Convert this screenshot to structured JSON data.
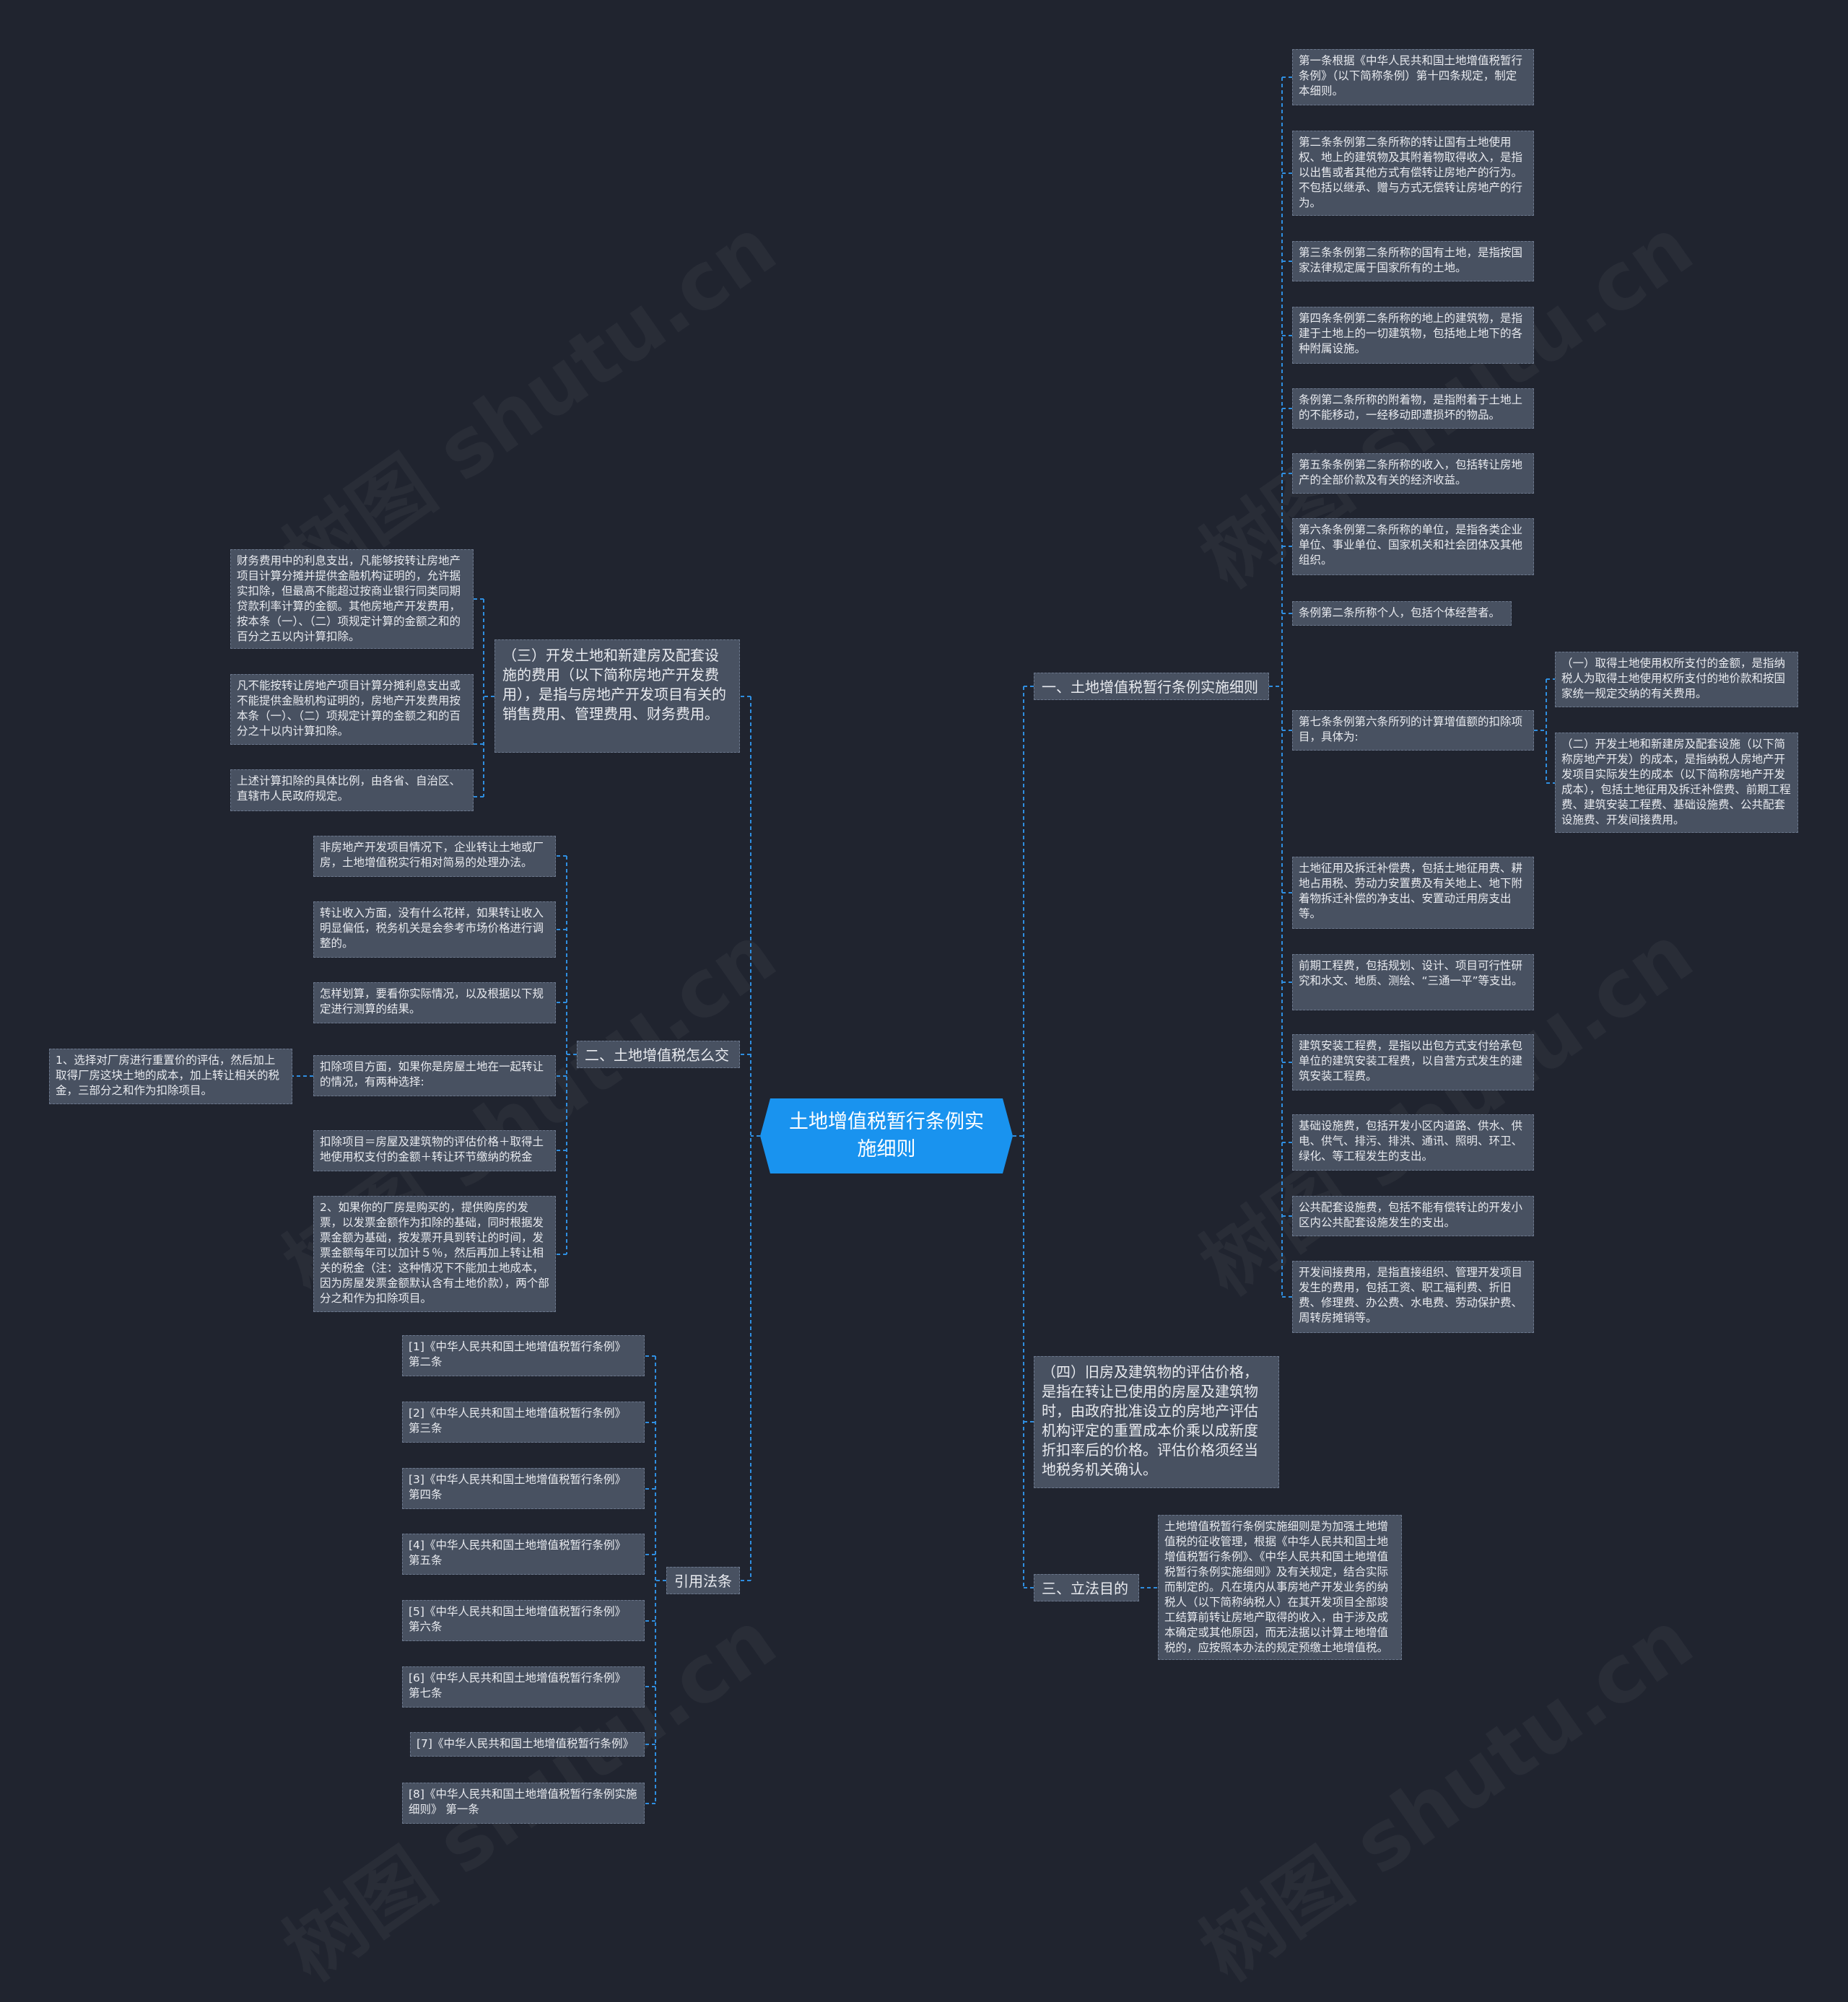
{
  "watermark": "树图 shutu.cn",
  "colors": {
    "background": "#20242f",
    "node": "#485161",
    "root": "#1993ef",
    "link": "#2f8ee0"
  },
  "root": "土地增值税暂行条例实施细则",
  "branches": {
    "b1": "一、土地增值税暂行条例实施细则",
    "b2": "二、土地增值税怎么交",
    "b3": "三、立法目的",
    "b4": "（四）旧房及建筑物的评估价格，是指在转让已使用的房屋及建筑物时，由政府批准设立的房地产评估机构评定的重置成本价乘以成新度折扣率后的价格。评估价格须经当地税务机关确认。",
    "b5": "引用法条",
    "b6": "（三）开发土地和新建房及配套设施的费用（以下简称房地产开发费用），是指与房地产开发项目有关的销售费用、管理费用、财务费用。"
  },
  "right_items": [
    "第一条根据《中华人民共和国土地增值税暂行条例》（以下简称条例）第十四条规定，制定本细则。",
    "第二条条例第二条所称的转让国有土地使用权、地上的建筑物及其附着物取得收入，是指以出售或者其他方式有偿转让房地产的行为。不包括以继承、赠与方式无偿转让房地产的行为。",
    "第三条条例第二条所称的国有土地，是指按国家法律规定属于国家所有的土地。",
    "第四条条例第二条所称的地上的建筑物，是指建于土地上的一切建筑物，包括地上地下的各种附属设施。",
    "条例第二条所称的附着物，是指附着于土地上的不能移动，一经移动即遭损坏的物品。",
    "第五条条例第二条所称的收入，包括转让房地产的全部价款及有关的经济收益。",
    "第六条条例第二条所称的单位，是指各类企业单位、事业单位、国家机关和社会团体及其他组织。",
    "条例第二条所称个人，包括个体经营者。",
    "第七条条例第六条所列的计算增值额的扣除项目，具体为:",
    "土地征用及拆迁补偿费，包括土地征用费、耕地占用税、劳动力安置费及有关地上、地下附着物拆迁补偿的净支出、安置动迁用房支出等。",
    "前期工程费，包括规划、设计、项目可行性研究和水文、地质、测绘、“三通一平”等支出。",
    "建筑安装工程费，是指以出包方式支付给承包单位的建筑安装工程费，以自营方式发生的建筑安装工程费。",
    "基础设施费，包括开发小区内道路、供水、供电、供气、排污、排洪、通讯、照明、环卫、绿化、等工程发生的支出。",
    "公共配套设施费，包括不能有偿转让的开发小区内公共配套设施发生的支出。",
    "开发间接费用，是指直接组织、管理开发项目发生的费用，包括工资、职工福利费、折旧费、修理费、办公费、水电费、劳动保护费、周转房摊销等。"
  ],
  "item7_children": [
    "（一）取得土地使用权所支付的金额，是指纳税人为取得土地使用权所支付的地价款和按国家统一规定交纳的有关费用。",
    "（二）开发土地和新建房及配套设施（以下简称房地产开发）的成本，是指纳税人房地产开发项目实际发生的成本（以下简称房地产开发成本），包括土地征用及拆迁补偿费、前期工程费、建筑安装工程费、基础设施费、公共配套设施费、开发间接费用。"
  ],
  "legislation": "土地增值税暂行条例实施细则是为加强土地增值税的征收管理，根据《中华人民共和国土地增值税暂行条例》、《中华人民共和国土地增值税暂行条例实施细则》及有关规定，结合实际而制定的。凡在境内从事房地产开发业务的纳税人（以下简称纳税人）在其开发项目全部竣工结算前转让房地产取得的收入，由于涉及成本确定或其他原因，而无法据以计算土地增值税的，应按照本办法的规定预缴土地增值税。",
  "fees_children": [
    "财务费用中的利息支出，凡能够按转让房地产项目计算分摊并提供金融机构证明的，允许据实扣除，但最高不能超过按商业银行同类同期贷款利率计算的金额。其他房地产开发费用，按本条（一）、（二）项规定计算的金额之和的百分之五以内计算扣除。",
    "凡不能按转让房地产项目计算分摊利息支出或不能提供金融机构证明的，房地产开发费用按本条（一）、（二）项规定计算的金额之和的百分之十以内计算扣除。",
    "上述计算扣除的具体比例，由各省、自治区、直辖市人民政府规定。"
  ],
  "how_children": [
    "非房地产开发项目情况下，企业转让土地或厂房，土地增值税实行相对简易的处理办法。",
    "转让收入方面，没有什么花样，如果转让收入明显偏低，税务机关是会参考市场价格进行调整的。",
    "怎样划算，要看你实际情况，以及根据以下规定进行测算的结果。",
    "扣除项目方面，如果你是房屋土地在一起转让的情况，有两种选择:",
    "扣除项目＝房屋及建筑物的评估价格＋取得土地使用权支付的金额＋转让环节缴纳的税金",
    "2、如果你的厂房是购买的，提供购房的发票，以发票金额作为扣除的基础，同时根据发票金额为基础，按发票开具到转让的时间，发票金额每年可以加计５％，然后再加上转让相关的税金（注：这种情况下不能加土地成本，因为房屋发票金额默认含有土地价款），两个部分之和作为扣除项目。"
  ],
  "deduct_child": "1、选择对厂房进行重置价的评估，然后加上取得厂房这块土地的成本，加上转让相关的税金，三部分之和作为扣除项目。",
  "refs": [
    "[1]《中华人民共和国土地增值税暂行条例》 第二条",
    "[2]《中华人民共和国土地增值税暂行条例》 第三条",
    "[3]《中华人民共和国土地增值税暂行条例》 第四条",
    "[4]《中华人民共和国土地增值税暂行条例》 第五条",
    "[5]《中华人民共和国土地增值税暂行条例》 第六条",
    "[6]《中华人民共和国土地增值税暂行条例》 第七条",
    "[7]《中华人民共和国土地增值税暂行条例》",
    "[8]《中华人民共和国土地增值税暂行条例实施细则》 第一条"
  ]
}
